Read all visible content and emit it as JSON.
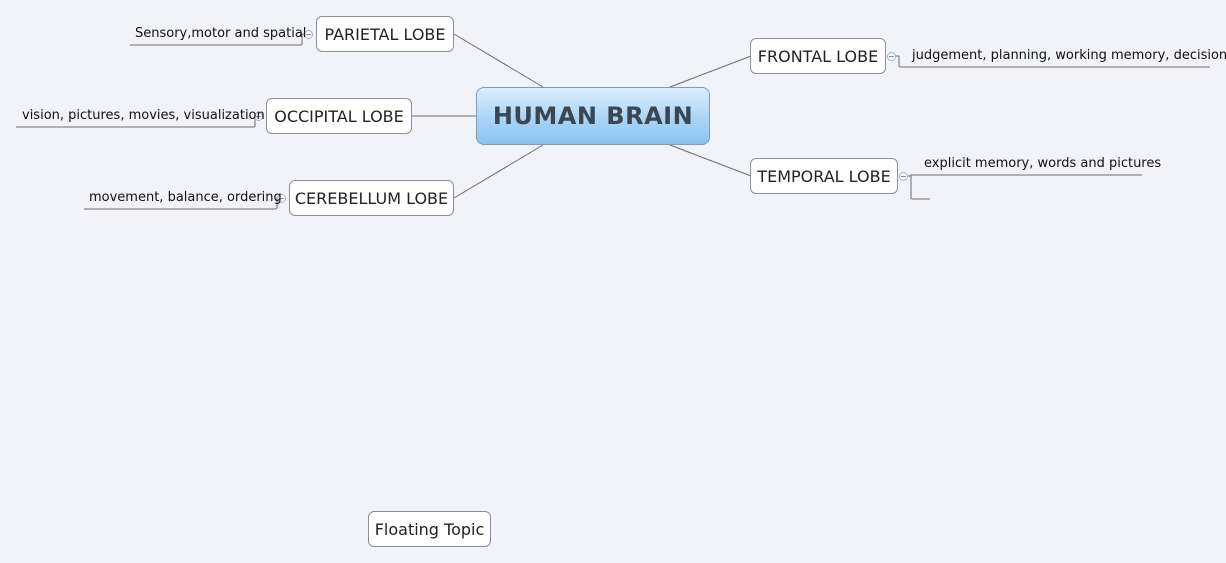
{
  "central_topic": "HUMAN BRAIN",
  "main_topics": {
    "parietal": {
      "label": "PARIETAL LOBE",
      "subtopic": "Sensory,motor and spatial"
    },
    "occipital": {
      "label": "OCCIPITAL LOBE",
      "subtopic": "vision, pictures, movies, visualization"
    },
    "cerebellum": {
      "label": "CEREBELLUM LOBE",
      "subtopic": "movement, balance, ordering"
    },
    "frontal": {
      "label": "FRONTAL LOBE",
      "subtopic": "judgement, planning, working memory, decisions"
    },
    "temporal": {
      "label": "TEMPORAL LOBE",
      "subtopic": "explicit memory, words and pictures",
      "subtopic_2": ""
    }
  },
  "floating_topic": "Floating Topic",
  "colors": {
    "background": "#f2f3f8",
    "connector": "#6e6e6e",
    "central_fill_top": "#dcefff",
    "central_fill_bottom": "#8ec3f0",
    "topic_border": "#8a8f99"
  }
}
